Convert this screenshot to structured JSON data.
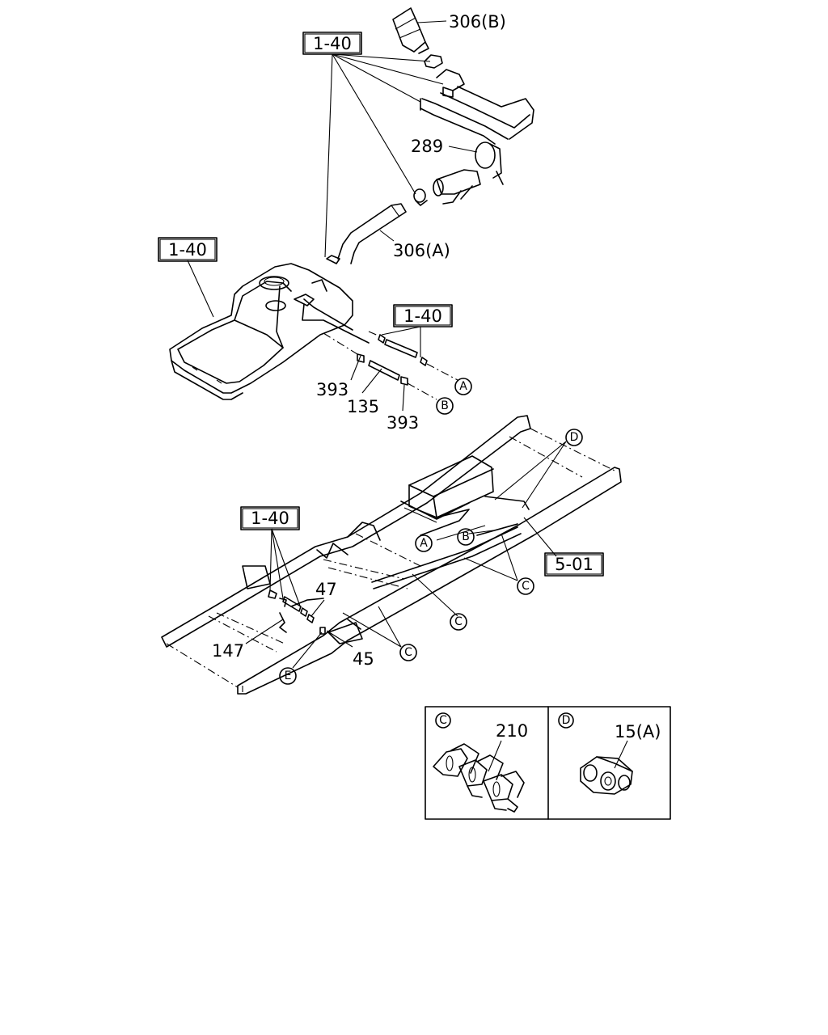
{
  "ref_boxes": {
    "top": "1-40",
    "tank_left": "1-40",
    "tank_pipe": "1-40",
    "frame_left": "1-40",
    "frame_right": "5-01"
  },
  "parts": {
    "p306b": "306(B)",
    "p289": "289",
    "p306a": "306(A)",
    "p393_left": "393",
    "p135": "135",
    "p393_right": "393",
    "p47": "47",
    "p147": "147",
    "p45": "45",
    "p210": "210",
    "p15a": "15(A)"
  },
  "callouts": {
    "a_tank": "A",
    "b_tank": "B",
    "a_frame": "A",
    "b_frame": "B",
    "c_right": "C",
    "c_mid": "C",
    "c_low": "C",
    "d_top": "D",
    "e_low": "E",
    "detail_c": "C",
    "detail_d": "D"
  }
}
